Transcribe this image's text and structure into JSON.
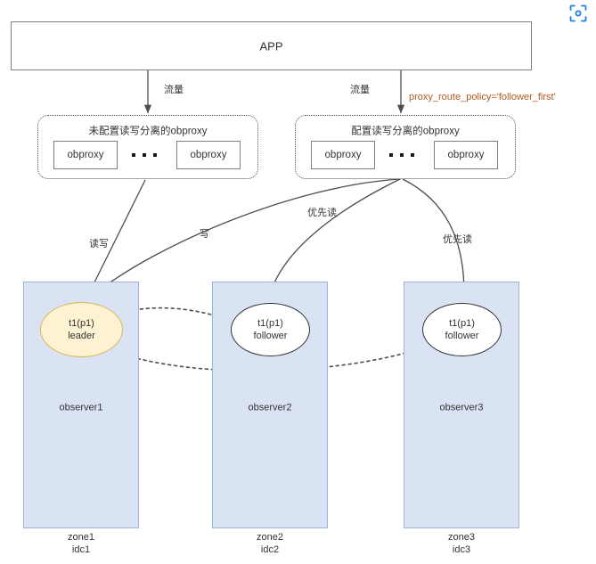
{
  "header": {
    "scan_icon": "scan-focus-icon"
  },
  "app": {
    "label": "APP"
  },
  "traffic_edges": [
    {
      "label": "流量"
    },
    {
      "label": "流量"
    }
  ],
  "policy_annotation": {
    "text": "proxy_route_policy='follower_first'",
    "color": "#b05a22"
  },
  "proxy_groups": [
    {
      "title": "未配置读写分离的obproxy",
      "proxies": [
        {
          "label": "obproxy"
        },
        {
          "label": "obproxy"
        }
      ],
      "ellipsis": "■ ■ ■"
    },
    {
      "title": "配置读写分离的obproxy",
      "proxies": [
        {
          "label": "obproxy"
        },
        {
          "label": "obproxy"
        }
      ],
      "ellipsis": "■ ■ ■"
    }
  ],
  "route_edges": [
    {
      "label": "读写",
      "from": "proxy-group-1",
      "to": "leader"
    },
    {
      "label": "写",
      "from": "proxy-group-2",
      "to": "leader"
    },
    {
      "label": "优先读",
      "from": "proxy-group-2",
      "to": "follower-zone2"
    },
    {
      "label": "优先读",
      "from": "proxy-group-2",
      "to": "follower-zone3"
    }
  ],
  "zones": [
    {
      "observer": "observer1",
      "zone": "zone1",
      "idc": "idc1",
      "replica": {
        "partition": "t1(p1)",
        "role": "leader",
        "fill": "#fdf3d2",
        "stroke": "#d6b656"
      }
    },
    {
      "observer": "observer2",
      "zone": "zone2",
      "idc": "idc2",
      "replica": {
        "partition": "t1(p1)",
        "role": "follower",
        "fill": "#ffffff",
        "stroke": "#333333"
      }
    },
    {
      "observer": "observer3",
      "zone": "zone3",
      "idc": "idc3",
      "replica": {
        "partition": "t1(p1)",
        "role": "follower",
        "fill": "#ffffff",
        "stroke": "#333333"
      }
    }
  ],
  "replication_edges": [
    {
      "from": "leader",
      "to": "follower-zone2",
      "style": "dashed"
    },
    {
      "from": "leader",
      "to": "follower-zone3",
      "style": "dashed"
    }
  ],
  "colors": {
    "zone_fill": "#dae3f3",
    "zone_stroke": "#9db4dc",
    "leader_fill": "#fdf3d2",
    "leader_stroke": "#d6b656",
    "edge": "#4d4d4d",
    "accent": "#1d7ee8"
  }
}
